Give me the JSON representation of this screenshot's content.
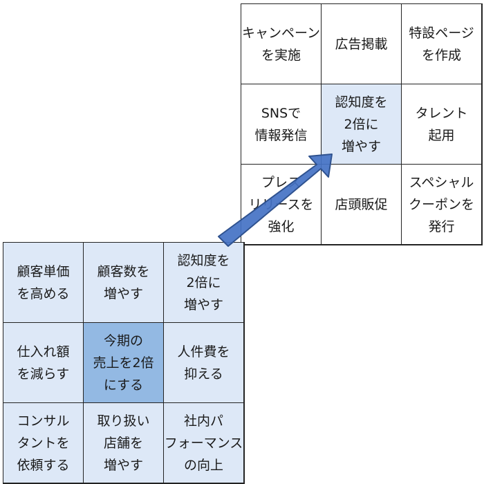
{
  "expanded_grid": {
    "cells": [
      "キャンペーン\nを実施",
      "広告掲載",
      "特設ページ\nを作成",
      "SNSで\n情報発信",
      "認知度を\n2倍に\n増やす",
      "タレント\n起用",
      "プレス\nリリースを\n強化",
      "店頭販促",
      "スペシャル\nクーポンを\n発行"
    ]
  },
  "main_grid": {
    "cells": [
      "顧客単価\nを高める",
      "顧客数を\n増やす",
      "認知度を\n2倍に\n増やす",
      "仕入れ額\nを減らす",
      "今期の\n売上を2倍\nにする",
      "人件費を\n抑える",
      "コンサル\nタントを\n依頼する",
      "取り扱い\n店舗を\n増やす",
      "社内パ\nフォーマンス\nの向上"
    ]
  },
  "colors": {
    "cell_light": "#dde8f7",
    "cell_center": "#93b9e3",
    "arrow_fill": "#4472c4",
    "arrow_stroke": "#2f528f"
  }
}
